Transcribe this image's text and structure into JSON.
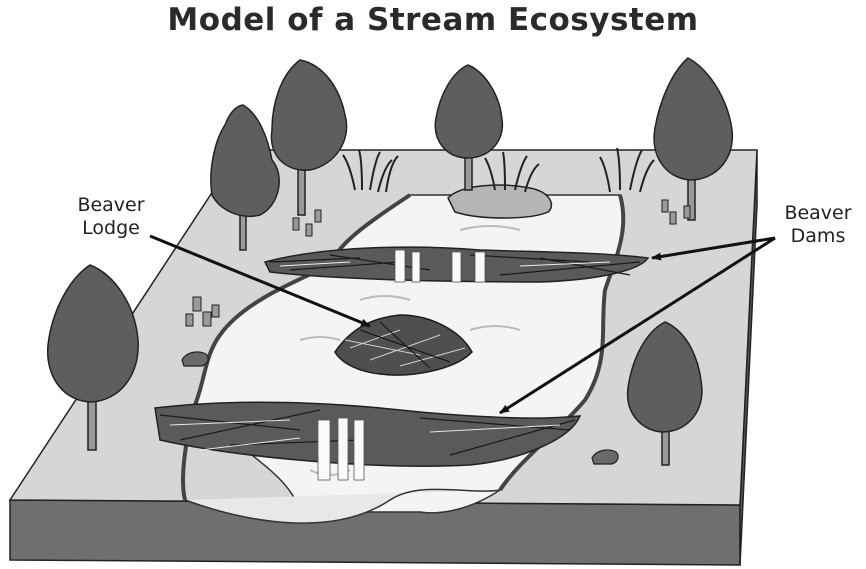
{
  "diagram": {
    "title": "Model of a Stream Ecosystem",
    "labels": {
      "lodge_line1": "Beaver",
      "lodge_line2": "Lodge",
      "dams_line1": "Beaver",
      "dams_line2": "Dams"
    }
  }
}
